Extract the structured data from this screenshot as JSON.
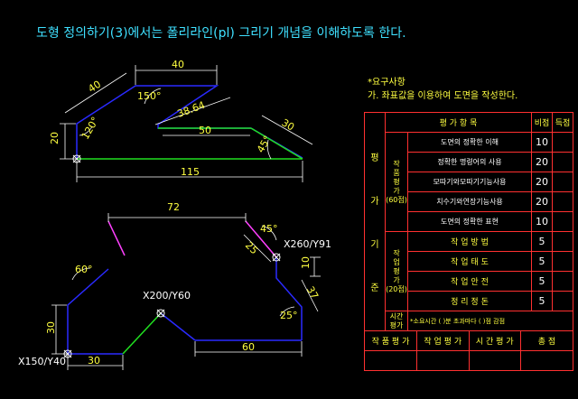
{
  "heading": "도형 정의하기(3)에서는 폴리라인(pl) 그리기 개념을 이해하도록 한다.",
  "requirements": {
    "title": "*요구사항",
    "text": "가. 좌표값을 이용하여 도면을 작성한다."
  },
  "figure1": {
    "dim_top": "40",
    "dim_slant_left": "40",
    "dim_left": "20",
    "dim_diag": "38.64",
    "dim_mid": "50",
    "dim_right_slant": "30",
    "dim_bottom": "115",
    "angle_top": "150°",
    "angle_left": "120°",
    "angle_right": "45°"
  },
  "figure2": {
    "dim_top": "72",
    "dim_left": "30",
    "dim_bottom_left": "30",
    "dim_bottom_right": "60",
    "dim_25": "25",
    "dim_10": "10",
    "dim_37": "37",
    "angle_60": "60°",
    "angle_45": "45°",
    "angle_25": "25°",
    "coord_start": "X150/Y40",
    "coord_mid": "X200/Y60",
    "coord_right": "X260/Y91"
  },
  "grading": {
    "header_item": "평 가 항 목",
    "header_weight": "비점",
    "header_score": "득점",
    "side_label": [
      "평",
      "가",
      "기",
      "준"
    ],
    "group1": {
      "label": [
        "작",
        "품",
        "평",
        "가"
      ],
      "sub": "(60점)"
    },
    "group2": {
      "label": [
        "작",
        "업",
        "평",
        "가"
      ],
      "sub": "(20점)"
    },
    "group3": {
      "label": [
        "시간",
        "평가"
      ]
    },
    "rows1": [
      {
        "item": "도면의 정확한 이해",
        "weight": "10"
      },
      {
        "item": "정확한 명령어의 사용",
        "weight": "20"
      },
      {
        "item": "모따기와모따기기능사용",
        "weight": "20"
      },
      {
        "item": "치수기와연장기능사용",
        "weight": "20"
      },
      {
        "item": "도면의 정확한 표현",
        "weight": "10"
      }
    ],
    "rows2": [
      {
        "item": "작 업 방 법",
        "weight": "5"
      },
      {
        "item": "작 업 태 도",
        "weight": "5"
      },
      {
        "item": "작 업 안 전",
        "weight": "5"
      },
      {
        "item": "정 리 정 돈",
        "weight": "5"
      }
    ],
    "time_note": "*소요시간 ( )분 초과마다 ( )점 감점",
    "footer": [
      "작 품 평 가",
      "작 업 평 가",
      "시 간 평 가",
      "총 점"
    ]
  },
  "colors": {
    "background": "#000000",
    "blue_line": "#2a2aff",
    "green_line": "#20e020",
    "magenta_line": "#ff40ff",
    "dimension": "#ffffff",
    "dimension_text": "#ffff40",
    "table_border": "#ff3030"
  }
}
